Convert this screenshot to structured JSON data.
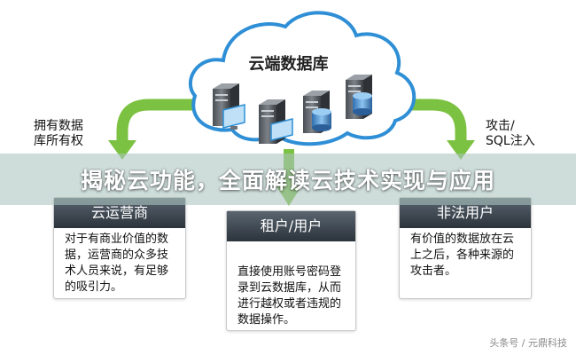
{
  "cloud": {
    "title": "云端数据库"
  },
  "labels": {
    "left": [
      "拥有数据",
      "库所有权"
    ],
    "right": [
      "攻击/",
      "SQL注入"
    ]
  },
  "cards": {
    "left": {
      "title": "云运营商",
      "body": [
        "对于有商业价值的数",
        "据，运营商的众多技",
        "术人员来说，有足够",
        "的吸引力。"
      ]
    },
    "middle": {
      "title": "租户/用户",
      "body": [
        "直接使用账号密码登",
        "录到云数据库，从而",
        "进行越权或者违规的",
        "数据操作。"
      ]
    },
    "right": {
      "title": "非法用户",
      "body": [
        "有价值的数据放在云",
        "上之后，各种来源的",
        "攻击者。"
      ]
    }
  },
  "banner": {
    "text": "揭秘云功能，全面解读云技术实现与应用"
  },
  "watermark": {
    "text": "头条号 / 元鼎科技"
  },
  "colors": {
    "arrow": "#7cc242",
    "cloud_stroke": "#2f8fd6",
    "card_header": "#3b444d",
    "banner": "#aac4c0"
  },
  "icons": [
    "cloud-icon",
    "server-icon",
    "monitor-icon",
    "database-icon"
  ]
}
